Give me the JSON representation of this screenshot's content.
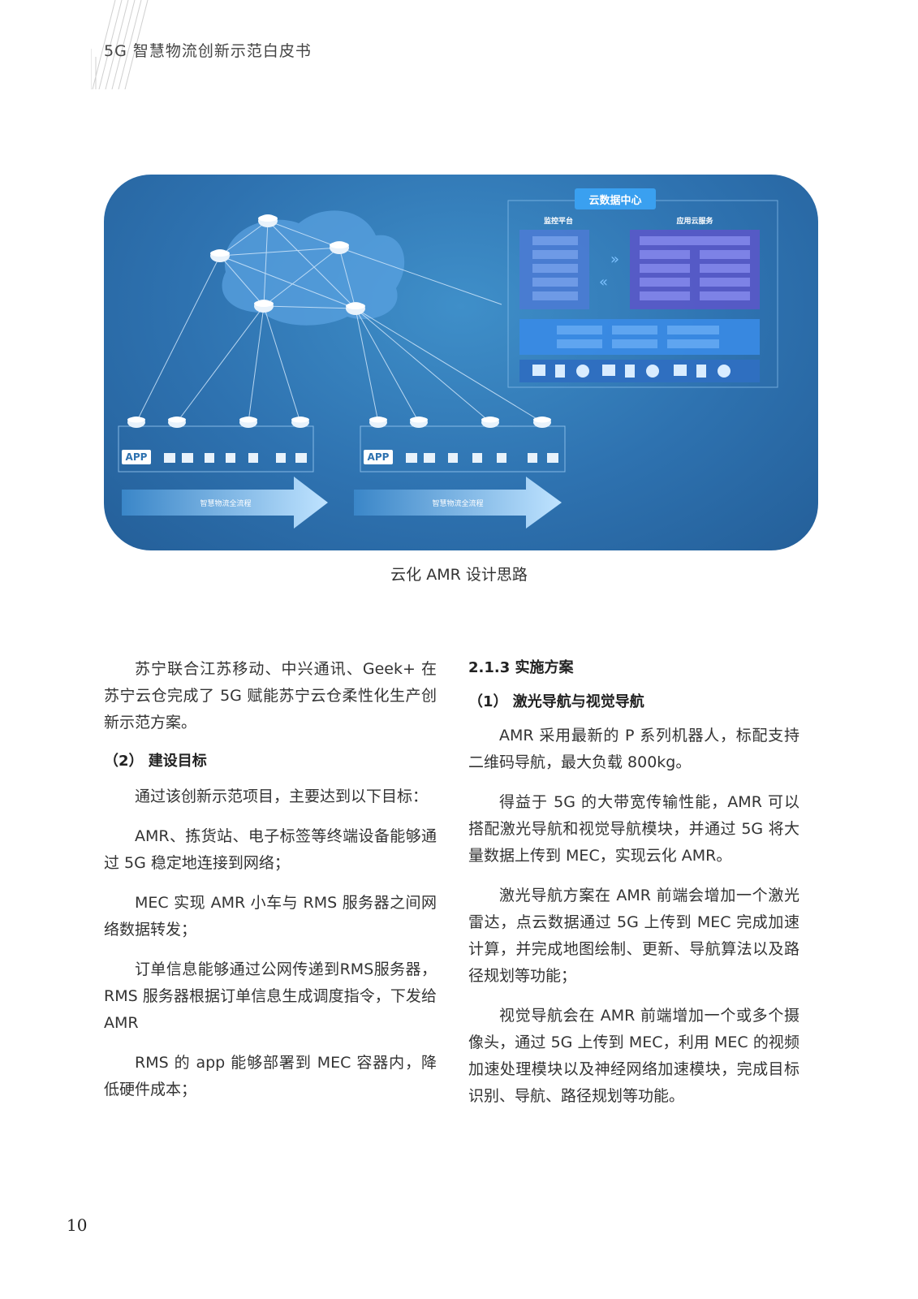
{
  "header": {
    "title": "5G 智慧物流创新示范白皮书"
  },
  "figure": {
    "caption": "云化 AMR 设计思路",
    "cloud_center": "云数据中心",
    "monitor_platform": "监控平台",
    "app_cloud_service": "应用云服务",
    "app_label": "APP",
    "flow_label": "智慧物流全流程"
  },
  "left_column": {
    "intro": "苏宁联合江苏移动、中兴通讯、Geek+ 在苏宁云仓完成了 5G 赋能苏宁云仓柔性化生产创新示范方案。",
    "goals_heading": "（2）  建设目标",
    "goals_intro": "通过该创新示范项目，主要达到以下目标：",
    "goals": [
      "AMR、拣货站、电子标签等终端设备能够通过 5G 稳定地连接到网络；",
      "MEC 实现 AMR 小车与 RMS 服务器之间网络数据转发；",
      "订单信息能够通过公网传递到RMS服务器，RMS 服务器根据订单信息生成调度指令，下发给 AMR",
      "RMS 的 app 能够部署到 MEC 容器内，降低硬件成本；"
    ]
  },
  "right_column": {
    "section_heading": "2.1.3 实施方案",
    "sub_heading": "（1）  激光导航与视觉导航",
    "paragraphs": [
      "AMR 采用最新的 P 系列机器人，标配支持二维码导航，最大负载 800kg。",
      "得益于 5G 的大带宽传输性能，AMR 可以搭配激光导航和视觉导航模块，并通过 5G 将大量数据上传到 MEC，实现云化 AMR。",
      "激光导航方案在 AMR 前端会增加一个激光雷达，点云数据通过 5G 上传到 MEC 完成加速计算，并完成地图绘制、更新、导航算法以及路径规划等功能；",
      "视觉导航会在 AMR 前端增加一个或多个摄像头，通过 5G 上传到 MEC，利用 MEC 的视频加速处理模块以及神经网络加速模块，完成目标识别、导航、路径规划等功能。"
    ]
  },
  "page_number": "10"
}
